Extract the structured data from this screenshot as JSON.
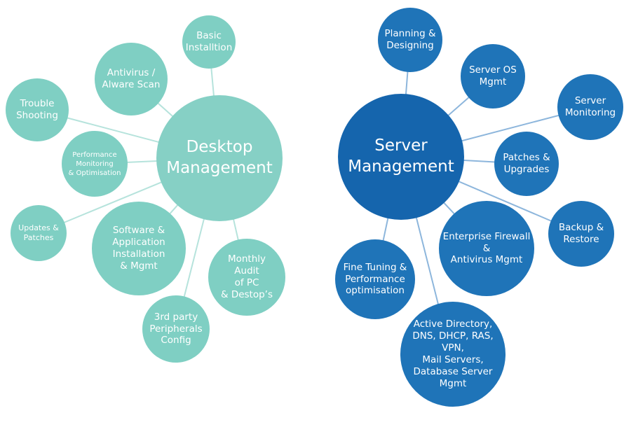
{
  "desktop": {
    "hub": "Desktop\nManagement",
    "nodes": {
      "basic": "Basic\nInstalltion",
      "antivirus": "Antivirus /\nAlware Scan",
      "trouble": "Trouble\nShooting",
      "performance": "Performance\nMonitoring\n& Optimisation",
      "updates": "Updates &\nPatches",
      "software": "Software &\nApplication\nInstallation\n& Mgmt",
      "monthly": "Monthly\nAudit\nof PC\n& Destop’s",
      "thirdparty": "3rd party\nPeripherals\nConfig"
    }
  },
  "server": {
    "hub": "Server\nManagement",
    "nodes": {
      "planning": "Planning &\nDesigning",
      "serveros": "Server OS\nMgmt",
      "monitoring": "Server\nMonitoring",
      "patches": "Patches &\nUpgrades",
      "backup": "Backup &\nRestore",
      "firewall": "Enterprise Firewall\n&\nAntivirus Mgmt",
      "finetuning": "Fine Tuning &\nPerformance\noptimisation",
      "activedir": "Active Directory,\nDNS, DHCP, RAS, VPN,\nMail Servers,\nDatabase Server Mgmt"
    }
  },
  "colors": {
    "desktop_hub": "#86d0c5",
    "desktop_node": "#7fcfc3",
    "server_hub": "#1565ad",
    "server_node": "#1f74b8",
    "connector_desktop": "#b6e3dc",
    "connector_server": "#8db6dc"
  }
}
